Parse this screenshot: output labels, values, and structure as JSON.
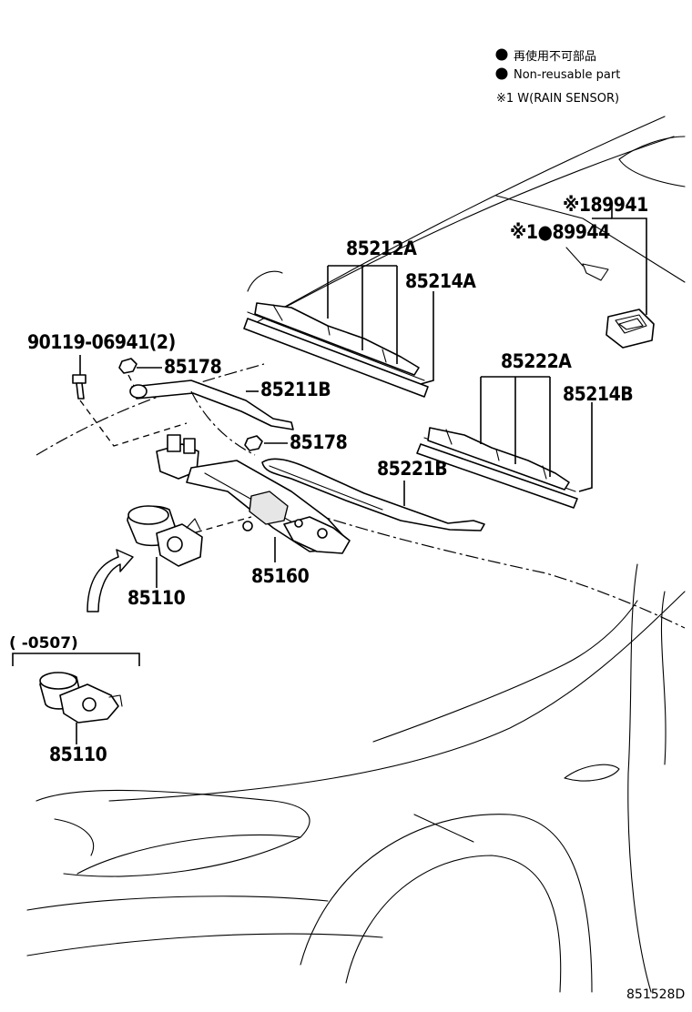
{
  "legend": {
    "non_reusable_jp": "再使用不可部品",
    "non_reusable_en": "Non-reusable part",
    "note_1": "※1 W(RAIN SENSOR)"
  },
  "labels": {
    "p89941": "※189941",
    "p89944": "※1●89944",
    "p85212A": "85212A",
    "p85214A": "85214A",
    "p90119": "90119-06941(2)",
    "p85178_a": "85178",
    "p85211B": "85211B",
    "p85178_b": "85178",
    "p85222A": "85222A",
    "p85214B": "85214B",
    "p85221B": "85221B",
    "p85160": "85160",
    "p85110_a": "85110",
    "range": "(    -0507)",
    "p85110_b": "85110"
  },
  "drawing_code": "851528D"
}
